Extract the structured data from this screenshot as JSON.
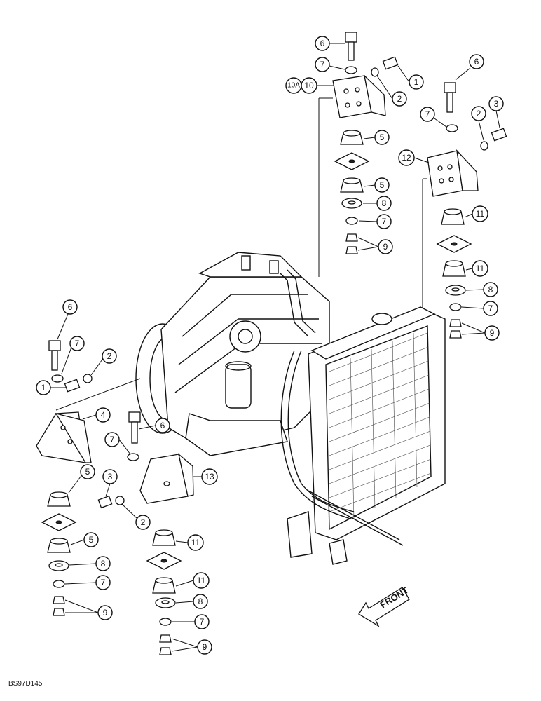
{
  "figure_ref": "BS97D145",
  "front_label": "FRONT",
  "callouts": [
    {
      "label": "6"
    },
    {
      "label": "7"
    },
    {
      "label": "10A"
    },
    {
      "label": "10"
    },
    {
      "label": "1"
    },
    {
      "label": "2"
    },
    {
      "label": "5"
    },
    {
      "label": "5"
    },
    {
      "label": "8"
    },
    {
      "label": "7"
    },
    {
      "label": "9"
    },
    {
      "label": "6"
    },
    {
      "label": "3"
    },
    {
      "label": "7"
    },
    {
      "label": "2"
    },
    {
      "label": "12"
    },
    {
      "label": "11"
    },
    {
      "label": "11"
    },
    {
      "label": "8"
    },
    {
      "label": "7"
    },
    {
      "label": "9"
    },
    {
      "label": "6"
    },
    {
      "label": "7"
    },
    {
      "label": "2"
    },
    {
      "label": "1"
    },
    {
      "label": "4"
    },
    {
      "label": "5"
    },
    {
      "label": "5"
    },
    {
      "label": "8"
    },
    {
      "label": "7"
    },
    {
      "label": "9"
    },
    {
      "label": "6"
    },
    {
      "label": "7"
    },
    {
      "label": "13"
    },
    {
      "label": "3"
    },
    {
      "label": "2"
    },
    {
      "label": "11"
    },
    {
      "label": "11"
    },
    {
      "label": "8"
    },
    {
      "label": "7"
    },
    {
      "label": "9"
    }
  ]
}
